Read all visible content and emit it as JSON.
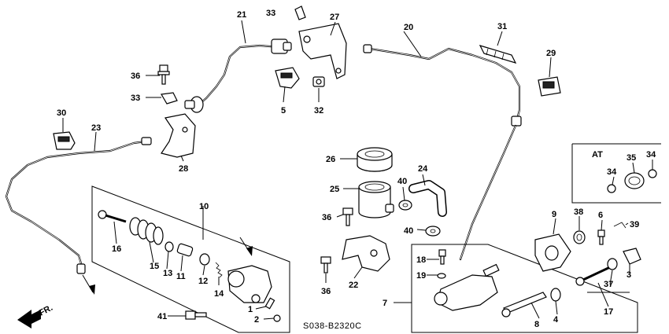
{
  "diagram_code": "S038-B2320C",
  "front_arrow_label": "FR.",
  "at_box_label": "AT",
  "callouts": {
    "c1": "1",
    "c2": "2",
    "c3": "3",
    "c4": "4",
    "c5": "5",
    "c6": "6",
    "c7": "7",
    "c8": "8",
    "c9": "9",
    "c10": "10",
    "c11": "11",
    "c12": "12",
    "c13": "13",
    "c14": "14",
    "c15": "15",
    "c16": "16",
    "c17": "17",
    "c18": "18",
    "c19": "19",
    "c20": "20",
    "c21": "21",
    "c22": "22",
    "c23": "23",
    "c24": "24",
    "c25": "25",
    "c26": "26",
    "c27": "27",
    "c28": "28",
    "c29": "29",
    "c30": "30",
    "c31": "31",
    "c32": "32",
    "c33a": "33",
    "c33b": "33",
    "c34a": "34",
    "c34b": "34",
    "c35": "35",
    "c36a": "36",
    "c36b": "36",
    "c36c": "36",
    "c37": "37",
    "c38": "38",
    "c39": "39",
    "c40a": "40",
    "c40b": "40",
    "c41": "41"
  }
}
